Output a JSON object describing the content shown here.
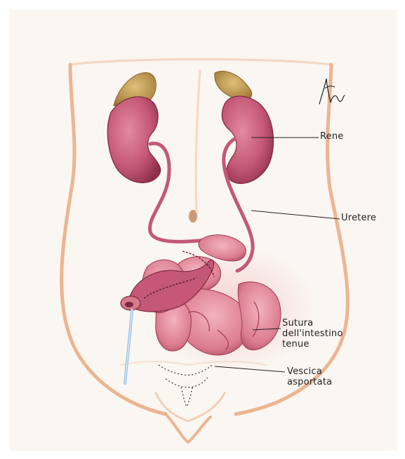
{
  "labels": {
    "rene": "Rene",
    "uretere": "Uretere",
    "sutura_line1": "Sutura",
    "sutura_line2": "dell'intestino",
    "sutura_line3": "tenue",
    "vescica_line1": "Vescica",
    "vescica_line2": "asportata"
  },
  "colors": {
    "paper": "#faf6f1",
    "body_outline": "#e8a57a",
    "kidney": "#c45876",
    "kidney_dark": "#8e2f4d",
    "adrenal": "#c9a15c",
    "intestine": "#d8768a",
    "intestine_dark": "#a23c56",
    "stoma_tube": "#9ec3e6",
    "label_line": "#222222"
  },
  "icons": {
    "signature": "artist-signature-icon"
  }
}
